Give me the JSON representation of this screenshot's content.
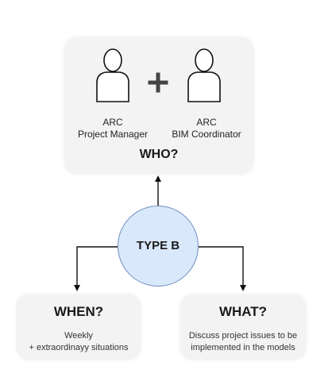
{
  "who_box": {
    "title": "WHO?",
    "people": [
      {
        "org": "ARC",
        "role": "Project Manager"
      },
      {
        "org": "ARC",
        "role": "BIM Coordinator"
      }
    ],
    "joiner": "+"
  },
  "center": {
    "label": "TYPE B",
    "fill": "#dae8fc",
    "stroke": "#6c8ebf"
  },
  "when_box": {
    "title": "WHEN?",
    "lines": [
      "Weekly",
      "+ extraordinayy situations"
    ]
  },
  "what_box": {
    "title": "WHAT?",
    "lines": [
      "Discuss project issues to be",
      "implemented in the models"
    ]
  },
  "icons": [
    "person-icon",
    "plus-icon",
    "arrow-up-icon",
    "arrow-down-icon"
  ]
}
